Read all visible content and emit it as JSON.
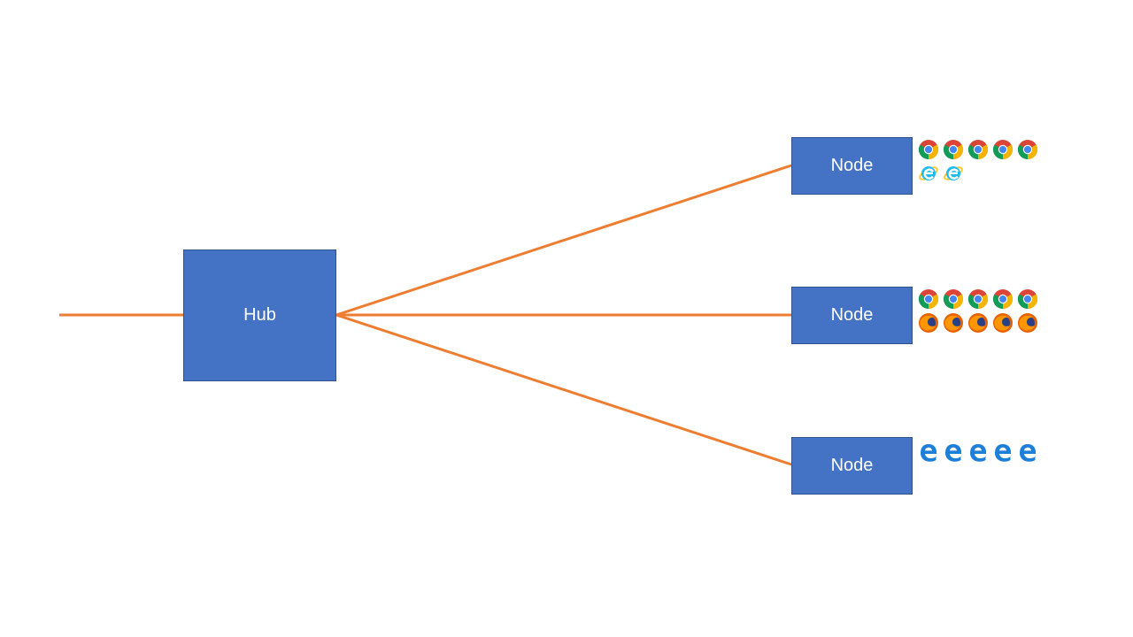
{
  "hub": {
    "label": "Hub"
  },
  "nodes": [
    {
      "label": "Node",
      "browsers": [
        [
          "chrome",
          "chrome",
          "chrome",
          "chrome",
          "chrome"
        ],
        [
          "ie",
          "ie"
        ]
      ]
    },
    {
      "label": "Node",
      "browsers": [
        [
          "chrome",
          "chrome",
          "chrome",
          "chrome",
          "chrome"
        ],
        [
          "firefox",
          "firefox",
          "firefox",
          "firefox",
          "firefox"
        ]
      ]
    },
    {
      "label": "Node",
      "browsers": [
        [
          "edge",
          "edge",
          "edge",
          "edge",
          "edge"
        ]
      ]
    }
  ],
  "colors": {
    "box_fill": "#4472c4",
    "box_border": "#2f528f",
    "connector": "#ed7d31",
    "label_text": "#ffffff"
  },
  "icons": {
    "chrome": "chrome-icon",
    "ie": "internet-explorer-icon",
    "firefox": "firefox-icon",
    "edge": "edge-icon"
  }
}
